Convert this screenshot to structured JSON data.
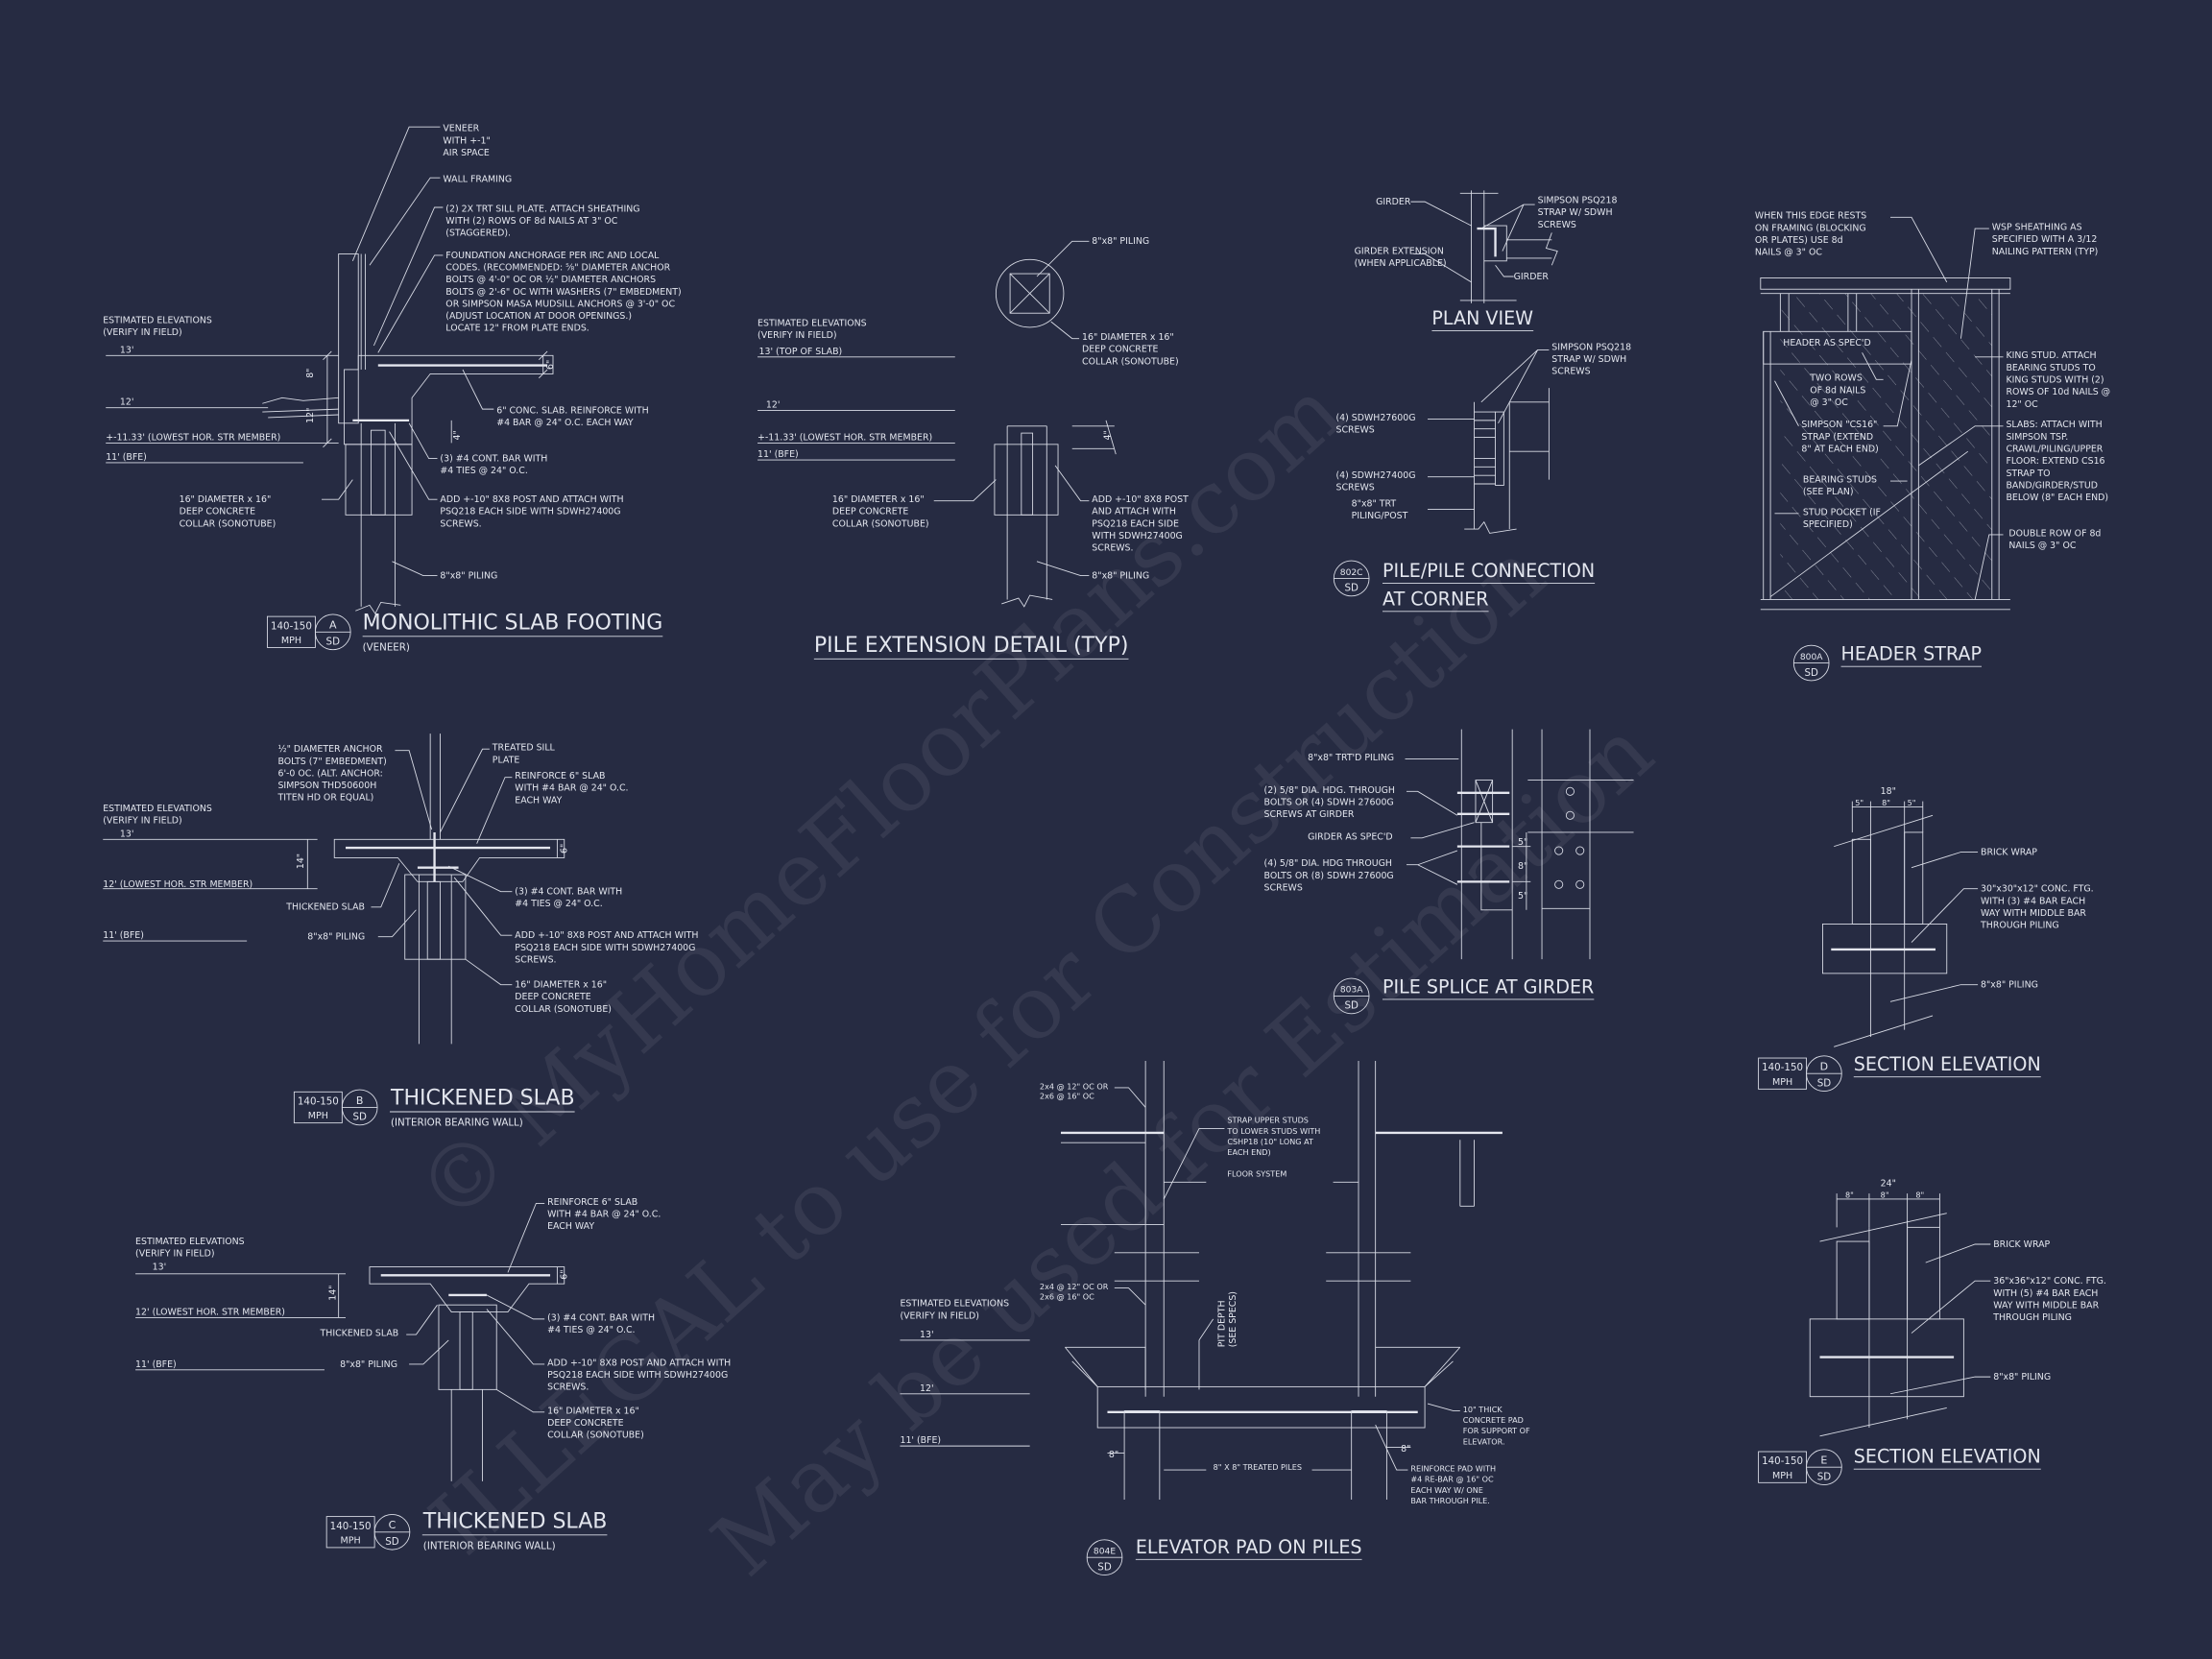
{
  "watermark": {
    "line1": "© MyHomeFloorPlans.com",
    "line2": "ILLEGAL to use for Construction",
    "line3": "May be used for Estimation"
  },
  "colors": {
    "background": "#262b42",
    "linework": "#d9dce6"
  },
  "detail_a": {
    "notes": {
      "veneer": [
        "VENEER",
        "WITH +-1\"",
        "AIR SPACE"
      ],
      "wall_framing": [
        "WALL FRAMING"
      ],
      "sill_plate": [
        "(2) 2X TRT SILL PLATE. ATTACH SHEATHING",
        "WITH (2) ROWS OF 8d NAILS AT 3\" OC",
        "(STAGGERED)."
      ],
      "anchorage": [
        "FOUNDATION ANCHORAGE PER IRC AND LOCAL",
        "CODES. (RECOMMENDED: ⅝\" DIAMETER ANCHOR",
        "BOLTS @ 4'-0\" OC OR ½\" DIAMETER ANCHORS",
        "BOLTS @ 2'-6\" OC WITH WASHERS (7\" EMBEDMENT)",
        "OR SIMPSON MASA MUDSILL ANCHORS @ 3'-0\" OC",
        "(ADJUST LOCATION AT DOOR OPENINGS.)",
        "LOCATE 12\" FROM PLATE ENDS."
      ],
      "slab": [
        "6\" CONC. SLAB. REINFORCE WITH",
        "#4 BAR @ 24\" O.C. EACH WAY"
      ],
      "cont_bar": [
        "(3) #4 CONT. BAR WITH",
        "#4 TIES @ 24\" O.C."
      ],
      "collar": [
        "16\" DIAMETER x 16\"",
        "DEEP CONCRETE",
        "COLLAR (SONOTUBE)"
      ],
      "post": [
        "ADD +-10\" 8X8 POST AND ATTACH WITH",
        "PSQ218 EACH SIDE WITH SDWH27400G",
        "SCREWS."
      ],
      "piling": [
        "8\"x8\" PILING"
      ]
    },
    "elevations": {
      "heading": [
        "ESTIMATED ELEVATIONS",
        "(VERIFY IN FIELD)"
      ],
      "levels": [
        "13'",
        "12'",
        "+-11.33' (LOWEST HOR. STR MEMBER)",
        "11' (BFE)"
      ]
    },
    "dims": [
      "6\"",
      "8\"",
      "12\"",
      "4\""
    ],
    "badge": {
      "wind": "140-150",
      "unit": "MPH",
      "id": "A",
      "sheet": "SD"
    },
    "title": "MONOLITHIC SLAB FOOTING",
    "subtitle": "(VENEER)"
  },
  "pile_extension": {
    "piling_top": [
      "8\"x8\" PILING"
    ],
    "collar_top": [
      "16\" DIAMETER x 16\"",
      "DEEP CONCRETE",
      "COLLAR (SONOTUBE)"
    ],
    "elevations": {
      "heading": [
        "ESTIMATED ELEVATIONS",
        "(VERIFY IN FIELD)"
      ],
      "levels": [
        "13' (TOP OF SLAB)",
        "12'",
        "+-11.33' (LOWEST HOR. STR MEMBER)",
        "11' (BFE)"
      ]
    },
    "collar_side": [
      "16\" DIAMETER x 16\"",
      "DEEP CONCRETE",
      "COLLAR (SONOTUBE)"
    ],
    "post": [
      "ADD +-10\" 8X8 POST",
      "AND ATTACH WITH",
      "PSQ218 EACH SIDE",
      "WITH SDWH27400G",
      "SCREWS."
    ],
    "piling": [
      "8\"x8\" PILING"
    ],
    "dim": "4\"",
    "title": "PILE EXTENSION DETAIL (TYP)"
  },
  "detail_802c": {
    "plan": {
      "girder": "GIRDER",
      "girder_extension": [
        "GIRDER EXTENSION",
        "(WHEN APPLICABLE)"
      ],
      "strap": [
        "SIMPSON PSQ218",
        "STRAP W/ SDWH",
        "SCREWS"
      ],
      "girder_2": "GIRDER",
      "title": "PLAN VIEW"
    },
    "elevation": {
      "strap": [
        "SIMPSON PSQ218",
        "STRAP W/ SDWH",
        "SCREWS"
      ],
      "screws_upper": [
        "(4) SDWH27600G",
        "SCREWS"
      ],
      "screws_lower": [
        "(4) SDWH27400G",
        "SCREWS"
      ],
      "post": [
        "8\"x8\" TRT",
        "PILING/POST"
      ]
    },
    "badge": {
      "id": "802C",
      "sheet": "SD"
    },
    "title": [
      "PILE/PILE CONNECTION",
      "AT CORNER"
    ]
  },
  "detail_800a": {
    "notes": {
      "edge": [
        "WHEN THIS EDGE RESTS",
        "ON FRAMING (BLOCKING",
        "OR PLATES) USE 8d",
        "NAILS @ 3\" OC"
      ],
      "sheathing": [
        "WSP SHEATHING AS",
        "SPECIFIED WITH A 3/12",
        "NAILING PATTERN (TYP)"
      ],
      "header": "HEADER AS SPEC'D",
      "two_rows": [
        "TWO ROWS",
        "OF 8d NAILS",
        "@ 3\" OC"
      ],
      "strap": [
        "SIMPSON \"CS16\"",
        "STRAP (EXTEND",
        "8\" AT EACH END)"
      ],
      "bearing": [
        "BEARING STUDS",
        "(SEE PLAN)"
      ],
      "pocket": [
        "STUD POCKET (IF",
        "SPECIFIED)"
      ],
      "king": [
        "KING STUD. ATTACH",
        "BEARING STUDS TO",
        "KING STUDS WITH (2)",
        "ROWS OF 10d NAILS @",
        "12\" OC"
      ],
      "slabs": [
        "SLABS: ATTACH WITH",
        "SIMPSON TSP.",
        "CRAWL/PILING/UPPER",
        "FLOOR: EXTEND CS16",
        "STRAP TO",
        "BAND/GIRDER/STUD",
        "BELOW (8\" EACH END)"
      ],
      "double_row": [
        "DOUBLE ROW OF 8d",
        "NAILS @ 3\" OC"
      ]
    },
    "badge": {
      "id": "800A",
      "sheet": "SD"
    },
    "title": "HEADER STRAP"
  },
  "detail_803a": {
    "piling": "8\"x8\" TRT'D PILING",
    "girder_bolts": [
      "(2) 5/8\" DIA. HDG. THROUGH",
      "BOLTS OR (4) SDWH 27600G",
      "SCREWS AT GIRDER"
    ],
    "girder": "GIRDER AS SPEC'D",
    "splice_bolts": [
      "(4) 5/8\" DIA. HDG THROUGH",
      "BOLTS OR (8) SDWH 27600G",
      "SCREWS"
    ],
    "dims": [
      "5\"",
      "8\"",
      "5\""
    ],
    "badge": {
      "id": "803A",
      "sheet": "SD"
    },
    "title": "PILE SPLICE AT GIRDER"
  },
  "detail_d": {
    "dims": [
      "18\"",
      "5\"",
      "8\"",
      "5\""
    ],
    "brick": "BRICK WRAP",
    "footing": [
      "30\"x30\"x12\" CONC. FTG.",
      "WITH (3) #4 BAR EACH",
      "WAY WITH MIDDLE BAR",
      "THROUGH PILING"
    ],
    "piling": "8\"x8\" PILING",
    "badge": {
      "wind": "140-150",
      "unit": "MPH",
      "id": "D",
      "sheet": "SD"
    },
    "title": "SECTION ELEVATION"
  },
  "detail_e": {
    "dims": [
      "24\"",
      "8\"",
      "8\"",
      "8\""
    ],
    "brick": "BRICK WRAP",
    "footing": [
      "36\"x36\"x12\" CONC. FTG.",
      "WITH (5) #4 BAR EACH",
      "WAY WITH MIDDLE BAR",
      "THROUGH PILING"
    ],
    "piling": "8\"x8\" PILING",
    "badge": {
      "wind": "140-150",
      "unit": "MPH",
      "id": "E",
      "sheet": "SD"
    },
    "title": "SECTION ELEVATION"
  },
  "detail_b": {
    "anchor": [
      "½\" DIAMETER ANCHOR",
      "BOLTS (7\" EMBEDMENT)",
      "6'-0 OC. (ALT. ANCHOR:",
      "SIMPSON THD50600H",
      "TITEN HD OR EQUAL)"
    ],
    "sill": [
      "TREATED SILL",
      "PLATE"
    ],
    "reinforce": [
      "REINFORCE 6\" SLAB",
      "WITH #4 BAR @ 24\" O.C.",
      "EACH WAY"
    ],
    "elevations": {
      "heading": [
        "ESTIMATED ELEVATIONS",
        "(VERIFY IN FIELD)"
      ],
      "levels": [
        "13'",
        "12' (LOWEST HOR. STR MEMBER)",
        "11' (BFE)"
      ]
    },
    "thickened": "THICKENED SLAB",
    "piling": "8\"x8\" PILING",
    "cont_bar": [
      "(3) #4 CONT. BAR WITH",
      "#4 TIES @ 24\" O.C."
    ],
    "post": [
      "ADD +-10\" 8X8 POST AND ATTACH WITH",
      "PSQ218 EACH SIDE WITH SDWH27400G",
      "SCREWS."
    ],
    "collar": [
      "16\" DIAMETER x 16\"",
      "DEEP CONCRETE",
      "COLLAR (SONOTUBE)"
    ],
    "dims": [
      "14\"",
      "6\""
    ],
    "badge": {
      "wind": "140-150",
      "unit": "MPH",
      "id": "B",
      "sheet": "SD"
    },
    "title": "THICKENED SLAB",
    "subtitle": "(INTERIOR BEARING WALL)"
  },
  "detail_c": {
    "reinforce": [
      "REINFORCE 6\" SLAB",
      "WITH #4 BAR @ 24\" O.C.",
      "EACH WAY"
    ],
    "elevations": {
      "heading": [
        "ESTIMATED ELEVATIONS",
        "(VERIFY IN FIELD)"
      ],
      "levels": [
        "13'",
        "12' (LOWEST HOR. STR MEMBER)",
        "11' (BFE)"
      ]
    },
    "thickened": "THICKENED SLAB",
    "piling": "8\"x8\" PILING",
    "cont_bar": [
      "(3) #4 CONT. BAR WITH",
      "#4 TIES @ 24\" O.C."
    ],
    "post": [
      "ADD +-10\" 8X8 POST AND ATTACH WITH",
      "PSQ218 EACH SIDE WITH SDWH27400G",
      "SCREWS."
    ],
    "collar": [
      "16\" DIAMETER x 16\"",
      "DEEP CONCRETE",
      "COLLAR (SONOTUBE)"
    ],
    "dims": [
      "14\"",
      "6\""
    ],
    "badge": {
      "wind": "140-150",
      "unit": "MPH",
      "id": "C",
      "sheet": "SD"
    },
    "title": "THICKENED SLAB",
    "subtitle": "(INTERIOR BEARING WALL)"
  },
  "detail_804e": {
    "studs_upper": [
      "2x4 @ 12\" OC OR",
      "2x6 @ 16\" OC"
    ],
    "strap": [
      "STRAP UPPER STUDS",
      "TO LOWER STUDS WITH",
      "CSHP18 (10\" LONG AT",
      "EACH END)"
    ],
    "floor": "FLOOR SYSTEM",
    "studs_lower": [
      "2x4 @ 12\" OC OR",
      "2x6 @ 16\" OC"
    ],
    "pit": [
      "PIT DEPTH",
      "(SEE SPECS)"
    ],
    "elevations": {
      "heading": [
        "ESTIMATED ELEVATIONS",
        "(VERIFY IN FIELD)"
      ],
      "levels": [
        "13'",
        "12'",
        "11' (BFE)"
      ]
    },
    "pad": [
      "10\" THICK",
      "CONCRETE PAD",
      "FOR SUPPORT OF",
      "ELEVATOR."
    ],
    "reinforce": [
      "REINFORCE PAD WITH",
      "#4 RE-BAR @ 16\" OC",
      "EACH WAY W/ ONE",
      "BAR THROUGH PILE."
    ],
    "piles": "8\" X 8\" TREATED PILES",
    "dims": [
      "8\"",
      "8\""
    ],
    "badge": {
      "id": "804E",
      "sheet": "SD"
    },
    "title": "ELEVATOR PAD ON PILES"
  }
}
